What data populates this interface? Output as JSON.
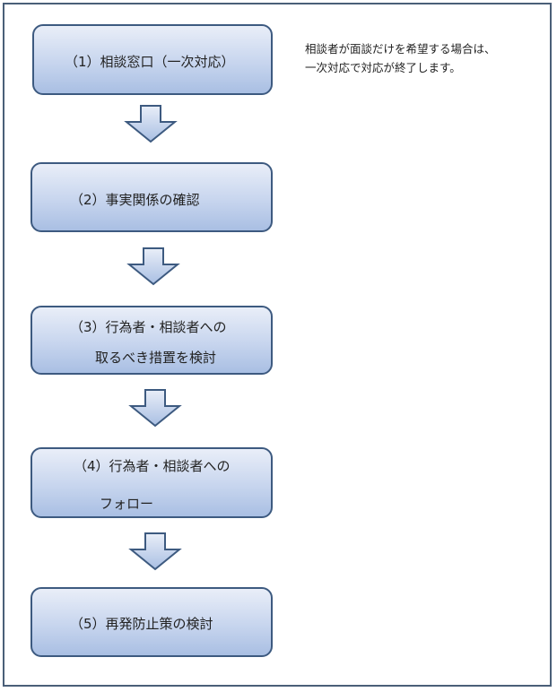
{
  "steps": [
    {
      "lines": [
        "（1）相談窓口（一次対応）"
      ]
    },
    {
      "lines": [
        "（2）事実関係の確認"
      ]
    },
    {
      "lines": [
        "（3）行為者・相談者への",
        "取るべき措置を検討"
      ]
    },
    {
      "lines": [
        "（4）行為者・相談者への",
        "フォロー"
      ]
    },
    {
      "lines": [
        "（5）再発防止策の検討"
      ]
    }
  ],
  "note": {
    "lines": [
      "相談者が面談だけを希望する場合は、",
      "一次対応で対応が終了します。"
    ]
  },
  "colors": {
    "border": "#3d5a80",
    "box_top": "#e9eef8",
    "box_bottom": "#a9bfe3",
    "frame": "#4a5f78"
  }
}
